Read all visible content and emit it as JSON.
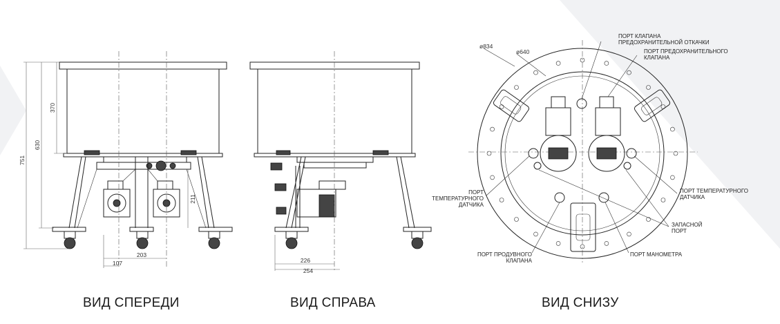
{
  "views": {
    "front_title": "ВИД СПЕРЕДИ",
    "right_title": "ВИД СПРАВА",
    "bottom_title": "ВИД СНИЗУ"
  },
  "front_dims": {
    "d751": "751",
    "d630": "630",
    "d370": "370",
    "d211": "211",
    "d107": "107",
    "d203": "203"
  },
  "right_dims": {
    "d226": "226",
    "d254": "254"
  },
  "bottom_dims": {
    "d834": "ø834",
    "d640": "ø640"
  },
  "callouts": {
    "relief_port_1": "ПОРТ КЛАПАНА",
    "relief_port_2": "ПРЕДОХРАНИТЕЛЬНОЙ ОТКАЧКИ",
    "safety_port_1": "ПОРТ ПРЕДОХРАНИТЕЛЬНОГО",
    "safety_port_2": "КЛАПАНА",
    "temp_left_1": "ПОРТ",
    "temp_left_2": "ТЕМПЕРАТУРНОГО",
    "temp_left_3": "ДАТЧИКА",
    "temp_right_1": "ПОРТ ТЕМПЕРАТУРНОГО",
    "temp_right_2": "ДАТЧИКА",
    "spare_1": "ЗАПАСНОЙ",
    "spare_2": "ПОРТ",
    "purge_1": "ПОРТ ПРОДУВНОГО",
    "purge_2": "КЛАПАНА",
    "manometer": "ПОРТ МАНОМЕТРА"
  }
}
